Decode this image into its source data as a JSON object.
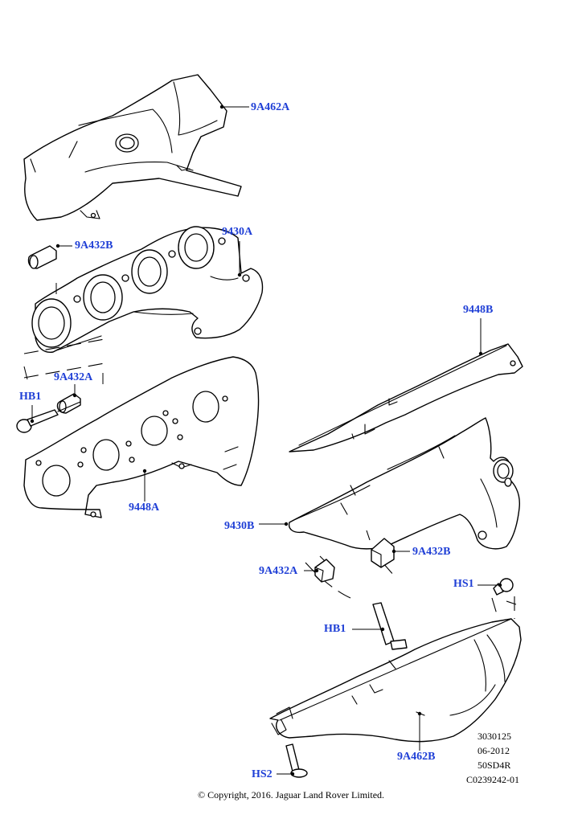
{
  "callouts": {
    "heatshield_top": "9A462A",
    "gasket_top_marker": "9A432B",
    "manifold_a": "9430A",
    "gasket_left": "9A432A",
    "bolt_left": "HB1",
    "gasket_9448a": "9448A",
    "gasket_9448b": "9448B",
    "manifold_b": "9430B",
    "gasket_right_marker": "9A432B",
    "gasket_right_lower": "9A432A",
    "bolt_right": "HB1",
    "heatshield_screw_top": "HS1",
    "heatshield_bottom": "9A462B",
    "heatshield_screw_bottom": "HS2"
  },
  "reference": {
    "line1": "3030125",
    "line2": "06-2012",
    "line3": "50SD4R",
    "line4": "C0239242-01"
  },
  "copyright": "© Copyright, 2016. Jaguar Land Rover Limited.",
  "colors": {
    "callout": "#1f3fd6",
    "line": "#000000",
    "background": "#ffffff"
  }
}
